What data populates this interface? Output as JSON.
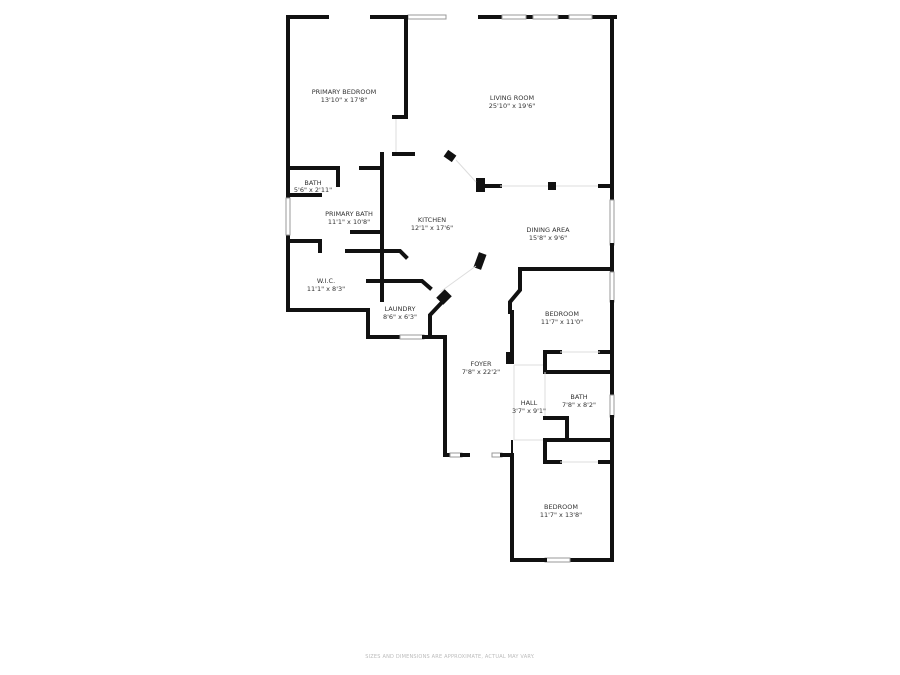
{
  "rooms": [
    {
      "name": "PRIMARY BEDROOM",
      "dim": "13'10\" x 17'8\""
    },
    {
      "name": "LIVING ROOM",
      "dim": "25'10\" x 19'6\""
    },
    {
      "name": "BATH",
      "dim": "5'6\" x 2'11\""
    },
    {
      "name": "PRIMARY BATH",
      "dim": "11'1\" x 10'8\""
    },
    {
      "name": "KITCHEN",
      "dim": "12'1\" x 17'6\""
    },
    {
      "name": "DINING AREA",
      "dim": "15'8\" x 9'6\""
    },
    {
      "name": "W.I.C.",
      "dim": "11'1\" x 8'3\""
    },
    {
      "name": "LAUNDRY",
      "dim": "8'6\" x 6'3\""
    },
    {
      "name": "BEDROOM",
      "dim": "11'7\" x 11'0\""
    },
    {
      "name": "FOYER",
      "dim": "7'8\" x 22'2\""
    },
    {
      "name": "HALL",
      "dim": "3'7\" x 9'1\""
    },
    {
      "name": "BATH",
      "dim": "7'8\" x 8'2\""
    },
    {
      "name": "BEDROOM",
      "dim": "11'7\" x 13'8\""
    }
  ],
  "disclaimer": "SIZES AND DIMENSIONS ARE APPROXIMATE, ACTUAL MAY VARY."
}
